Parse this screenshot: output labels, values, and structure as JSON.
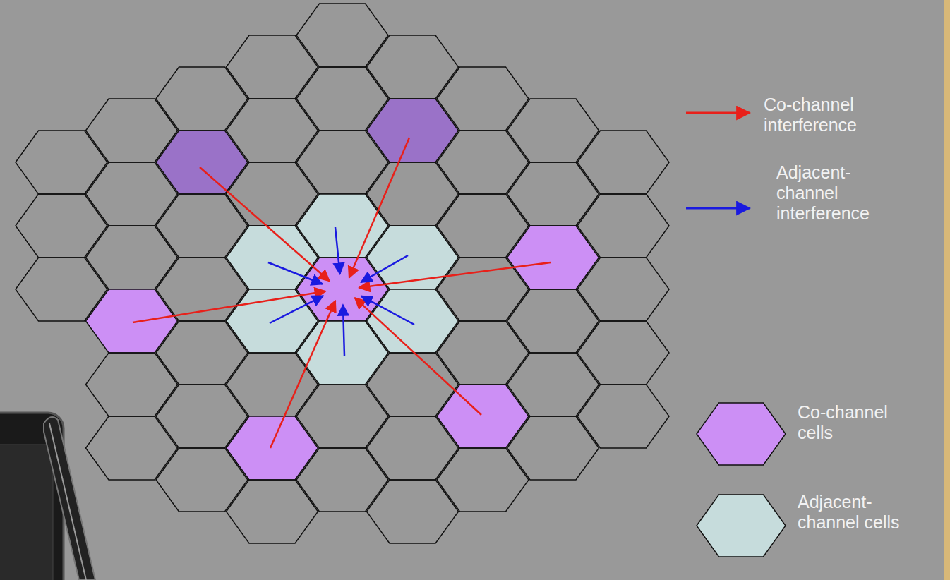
{
  "diagram": {
    "legend": [
      {
        "text": "Co-channel interference"
      },
      {
        "text": "Adjacent-channel interference"
      },
      {
        "text": "Co-channel cells",
        "color": "#cc8ff5"
      },
      {
        "text": "Adjacent-channel cells",
        "color": "#c6dcdc"
      }
    ]
  }
}
